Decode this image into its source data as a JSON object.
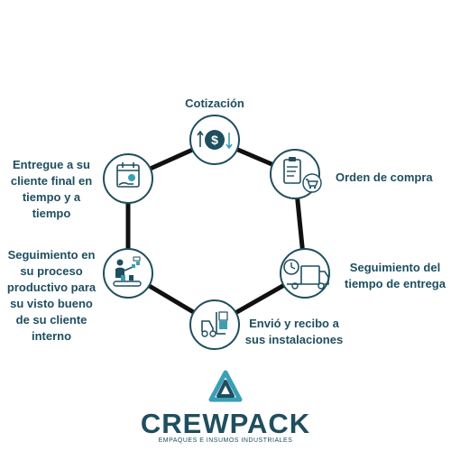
{
  "steps": [
    {
      "id": "cotizacion",
      "lines": [
        "Cotización"
      ],
      "icon": "money-exchange-icon"
    },
    {
      "id": "orden",
      "lines": [
        "Orden de compra"
      ],
      "icon": "clipboard-cart-icon"
    },
    {
      "id": "seguimiento-entrega",
      "lines": [
        "Seguimiento del",
        "tiempo de entrega"
      ],
      "icon": "clock-truck-icon"
    },
    {
      "id": "envio",
      "lines": [
        "Envió y recibo a",
        "sus instalaciones"
      ],
      "icon": "forklift-icon"
    },
    {
      "id": "seguimiento-proceso",
      "lines": [
        "Seguimiento en",
        "su proceso",
        "productivo para",
        "su visto bueno",
        "de su cliente",
        "interno"
      ],
      "icon": "worker-conveyor-icon"
    },
    {
      "id": "entregue",
      "lines": [
        "Entregue a su",
        "cliente final en",
        "tiempo y a",
        "tiempo"
      ],
      "icon": "calendar-hand-icon"
    }
  ],
  "logo": {
    "name": "CREWPACK",
    "tagline": "EMPAQUES E INSUMOS INDUSTRIALES"
  },
  "colors": {
    "primary": "#1f4e5f",
    "accent": "#3a9fb5",
    "line": "#111111"
  }
}
